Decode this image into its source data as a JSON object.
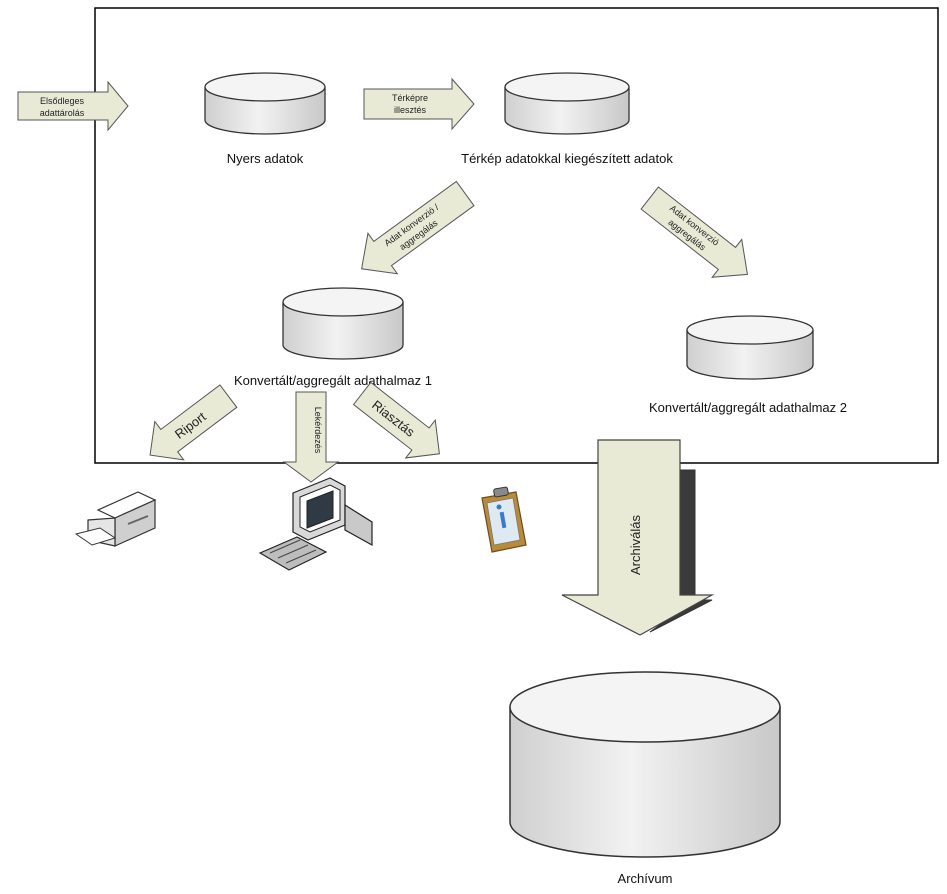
{
  "databases": {
    "raw": "Nyers adatok",
    "enriched": "Térkép adatokkal kiegészített adatok",
    "aggregated1": "Konvertált/aggregált adathalmaz 1",
    "aggregated2": "Konvertált/aggregált adathalmaz 2",
    "archive": "Archívum"
  },
  "arrows": {
    "primary_storage": [
      "Elsődleges",
      "adattárolás"
    ],
    "map_binding": [
      "Térképre",
      "illesztés"
    ],
    "convert_left": [
      "Adat konverzió /",
      "aggregálás"
    ],
    "convert_right": [
      "Adat konverzió",
      "aggregálás"
    ],
    "report": "Riport",
    "query": "Lekérdezés",
    "alert": "Riasztás",
    "archiving": "Archiválás"
  },
  "icons": [
    "printer-icon",
    "computer-icon",
    "clipboard-icon"
  ],
  "colors": {
    "arrow_fill": "#e9ead6",
    "arrow_stroke": "#444444",
    "cylinder_fill": "#e6e6e6",
    "cylinder_top": "#f4f4f4",
    "frame": "#000000"
  }
}
